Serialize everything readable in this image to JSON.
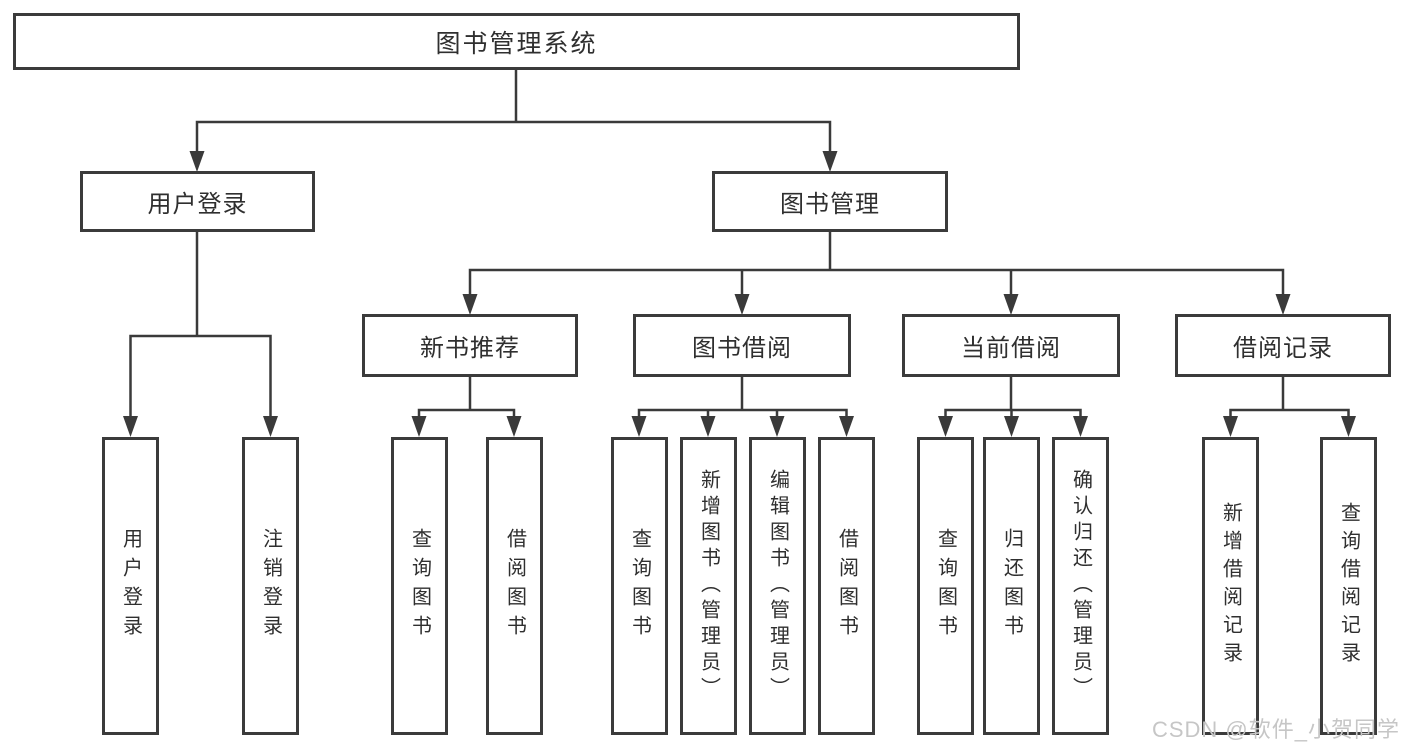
{
  "diagram": {
    "type": "tree",
    "title": "图书管理系统",
    "hierarchy": {
      "图书管理系统": {
        "用户登录": [
          "用户登录",
          "注销登录"
        ],
        "图书管理": {
          "新书推荐": [
            "查询图书",
            "借阅图书"
          ],
          "图书借阅": [
            "查询图书",
            "新增图书（管理员）",
            "编辑图书（管理员）",
            "借阅图书"
          ],
          "当前借阅": [
            "查询图书",
            "归还图书",
            "确认归还（管理员）"
          ],
          "借阅记录": [
            "新增借阅记录",
            "查询借阅记录"
          ]
        }
      }
    }
  },
  "nodes": {
    "root": "图书管理系统",
    "user_login": "用户登录",
    "book_management": "图书管理",
    "new_book_recommend": "新书推荐",
    "book_borrowing": "图书借阅",
    "current_borrowing": "当前借阅",
    "borrowing_records": "借阅记录",
    "leaf_user_login": "用户登录",
    "leaf_logout": "注销登录",
    "recommend_query_books": "查询图书",
    "recommend_borrow_books": "借阅图书",
    "borrow_query_books": "查询图书",
    "borrow_add_books": "新增图书（管理员）",
    "borrow_edit_books": "编辑图书（管理员）",
    "borrow_borrow_books": "借阅图书",
    "current_query_books": "查询图书",
    "current_return_books": "归还图书",
    "current_confirm_return": "确认归还（管理员）",
    "records_add_record": "新增借阅记录",
    "records_query_record": "查询借阅记录"
  },
  "watermark": {
    "text": "CSDN @软件_小贺同学",
    "color": "#c6c6c6"
  },
  "colors": {
    "line": "#3a3a3a",
    "border": "#3b3b3b",
    "text": "#2f2f2f",
    "background": "#ffffff"
  }
}
